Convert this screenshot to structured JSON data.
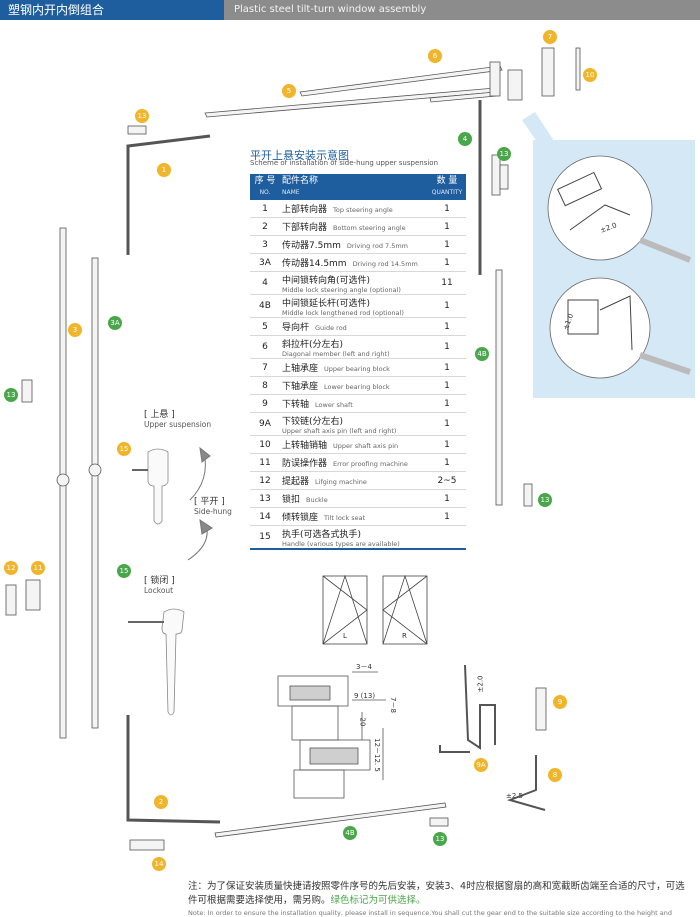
{
  "header": {
    "title_cn": "塑钢内开内倒组合",
    "title_en": "Plastic steel tilt-turn window assembly"
  },
  "table": {
    "title_cn": "平开上悬安装示意图",
    "title_en": "Scheme of installation of side-hung upper suspension",
    "headers": {
      "no_cn": "序 号",
      "no_en": "NO.",
      "name_cn": "配件名称",
      "name_en": "NAME",
      "qty_cn": "数 量",
      "qty_en": "QUANTITY"
    },
    "rows": [
      {
        "no": "1",
        "cn": "上部转向器",
        "en": "Top steering angle",
        "qty": "1"
      },
      {
        "no": "2",
        "cn": "下部转向器",
        "en": "Bottom steering angle",
        "qty": "1"
      },
      {
        "no": "3",
        "cn": "传动器7.5mm",
        "en": "Driving rod 7.5mm",
        "qty": "1"
      },
      {
        "no": "3A",
        "cn": "传动器14.5mm",
        "en": "Driving rod 14.5mm",
        "qty": "1"
      },
      {
        "no": "4",
        "cn": "中间锁转向角(可选件)",
        "en": "Middle lock steering angle (optional)",
        "qty": "11"
      },
      {
        "no": "4B",
        "cn": "中间锁延长杆(可选件)",
        "en": "Middle lock lengthened rod (optional)",
        "qty": "1"
      },
      {
        "no": "5",
        "cn": "导向杆",
        "en": "Guide rod",
        "qty": "1"
      },
      {
        "no": "6",
        "cn": "斜拉杆(分左右)",
        "en": "Diagonal member (left and right)",
        "qty": "1"
      },
      {
        "no": "7",
        "cn": "上轴承座",
        "en": "Upper bearing block",
        "qty": "1"
      },
      {
        "no": "8",
        "cn": "下轴承座",
        "en": "Lower bearing block",
        "qty": "1"
      },
      {
        "no": "9",
        "cn": "下转轴",
        "en": "Lower shaft",
        "qty": "1"
      },
      {
        "no": "9A",
        "cn": "下铰链(分左右)",
        "en": "Upper shaft axis pin (left and right)",
        "qty": "1"
      },
      {
        "no": "10",
        "cn": "上转轴销轴",
        "en": "Upper shaft axis pin",
        "qty": "1"
      },
      {
        "no": "11",
        "cn": "防误操作器",
        "en": "Error proofing machine",
        "qty": "1"
      },
      {
        "no": "12",
        "cn": "提起器",
        "en": "Lifging machine",
        "qty": "2~5"
      },
      {
        "no": "13",
        "cn": "锁扣",
        "en": "Buckle",
        "qty": "1"
      },
      {
        "no": "14",
        "cn": "倾转锁座",
        "en": "Tilt lock seat",
        "qty": "1"
      },
      {
        "no": "15",
        "cn": "执手(可选各式执手)",
        "en": "Handle (various types are available)",
        "qty": ""
      }
    ]
  },
  "labels": {
    "upper_cn": "[ 上悬 ]",
    "upper_en": "Upper suspension",
    "side_cn": "[ 平开 ]",
    "side_en": "Side-hung",
    "lock_cn": "[ 锁闭 ]",
    "lock_en": "Lockout",
    "win_l": "L",
    "win_r": "R",
    "dim_34": "3－4",
    "dim_913": "9 (13)",
    "dim_78": "7－8",
    "dim_20": "20",
    "dim_125": "12－12. 5",
    "pm20a": "±2.0",
    "pm10": "±1.0",
    "pm20b": "±2.0",
    "pm25": "±2.5"
  },
  "badges": [
    {
      "text": "1",
      "color": "y"
    },
    {
      "text": "2",
      "color": "y"
    },
    {
      "text": "3",
      "color": "y"
    },
    {
      "text": "3A",
      "color": "g"
    },
    {
      "text": "4",
      "color": "g"
    },
    {
      "text": "4B",
      "color": "g"
    },
    {
      "text": "4B",
      "color": "g"
    },
    {
      "text": "5",
      "color": "y"
    },
    {
      "text": "6",
      "color": "y"
    },
    {
      "text": "7",
      "color": "y"
    },
    {
      "text": "8",
      "color": "y"
    },
    {
      "text": "9",
      "color": "y"
    },
    {
      "text": "9A",
      "color": "y"
    },
    {
      "text": "10",
      "color": "y"
    },
    {
      "text": "11",
      "color": "y"
    },
    {
      "text": "12",
      "color": "y"
    },
    {
      "text": "13",
      "color": "y"
    },
    {
      "text": "13",
      "color": "g"
    },
    {
      "text": "13",
      "color": "g"
    },
    {
      "text": "13",
      "color": "g"
    },
    {
      "text": "13",
      "color": "g"
    },
    {
      "text": "14",
      "color": "y"
    },
    {
      "text": "15",
      "color": "y"
    },
    {
      "text": "15",
      "color": "g"
    }
  ],
  "note": {
    "cn": "注：为了保证安装质量快捷请按照零件序号的先后安装，安装3、4时应根据窗扇的高和宽截断齿端至合适的尺寸，可选件可根据需要选择使用，需另购。",
    "cn_green": "绿色标记为可供选择。",
    "en": "Note: In order to ensure the installation quality, please install in sequence.You shall cut the gear end to the suitable size according to the height and"
  },
  "colors": {
    "brand_blue": "#1f5e9e",
    "badge_yellow": "#f0b52a",
    "badge_green": "#4aa64a",
    "detail_bg": "#d4e8f6"
  }
}
